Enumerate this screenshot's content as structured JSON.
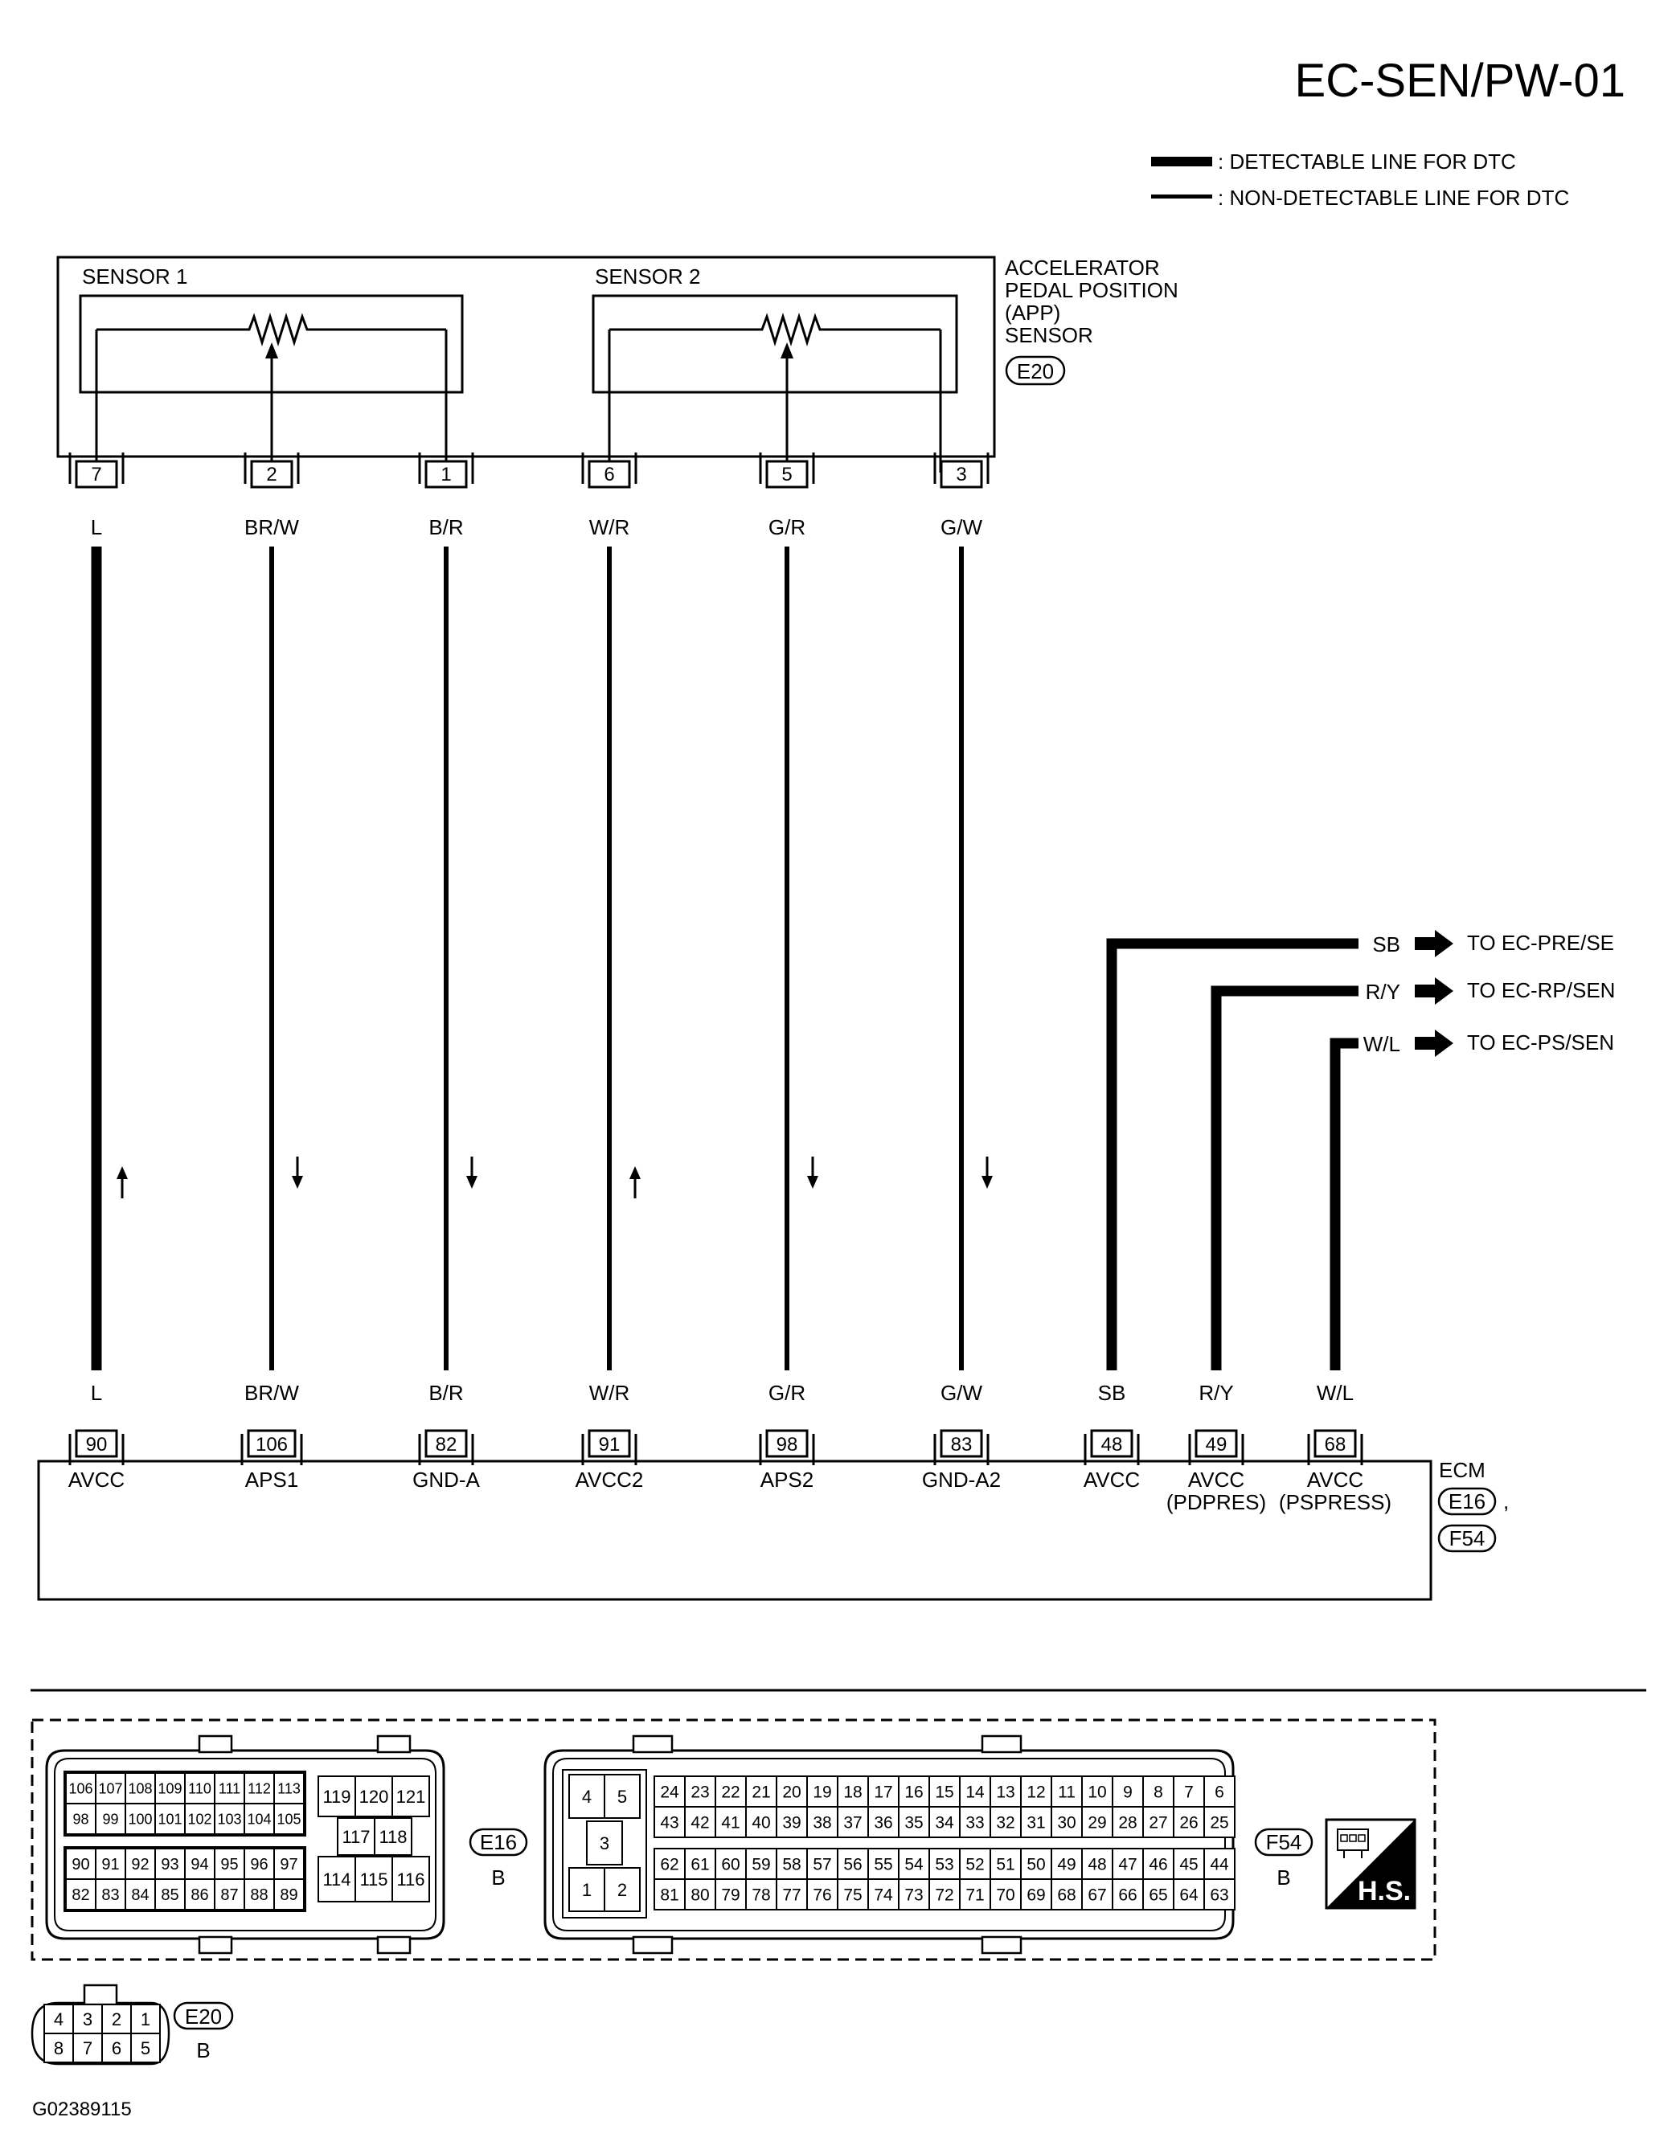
{
  "title": "EC-SEN/PW-01",
  "legend": [
    {
      "kind": "thick",
      "label": ": DETECTABLE LINE FOR DTC"
    },
    {
      "kind": "thin",
      "label": ": NON-DETECTABLE LINE FOR DTC"
    }
  ],
  "sensor": {
    "name_lines": [
      "ACCELERATOR",
      "PEDAL POSITION",
      "(APP)",
      "SENSOR"
    ],
    "connector": "E20",
    "sensor1_label": "SENSOR 1",
    "sensor2_label": "SENSOR 2"
  },
  "wires": [
    {
      "sensor_pin": "7",
      "color": "L",
      "ecm_pin": "90",
      "ecm_label": "AVCC",
      "thick": true,
      "flow": "up"
    },
    {
      "sensor_pin": "2",
      "color": "BR/W",
      "ecm_pin": "106",
      "ecm_label": "APS1",
      "thick": false,
      "flow": "down"
    },
    {
      "sensor_pin": "1",
      "color": "B/R",
      "ecm_pin": "82",
      "ecm_label": "GND-A",
      "thick": false,
      "flow": "down"
    },
    {
      "sensor_pin": "6",
      "color": "W/R",
      "ecm_pin": "91",
      "ecm_label": "AVCC2",
      "thick": false,
      "flow": "up"
    },
    {
      "sensor_pin": "5",
      "color": "G/R",
      "ecm_pin": "98",
      "ecm_label": "APS2",
      "thick": false,
      "flow": "down"
    },
    {
      "sensor_pin": "3",
      "color": "G/W",
      "ecm_pin": "83",
      "ecm_label": "GND-A2",
      "thick": false,
      "flow": "down"
    }
  ],
  "branches": [
    {
      "color": "SB",
      "to": "TO EC-PRE/SE",
      "ecm_pin": "48",
      "ecm_label": [
        "AVCC"
      ]
    },
    {
      "color": "R/Y",
      "to": "TO EC-RP/SEN",
      "ecm_pin": "49",
      "ecm_label": [
        "AVCC",
        "(PDPRES)"
      ]
    },
    {
      "color": "W/L",
      "to": "TO EC-PS/SEN",
      "ecm_pin": "68",
      "ecm_label": [
        "AVCC",
        "(PSPRESS)"
      ]
    }
  ],
  "ecm": {
    "label": "ECM",
    "connectors": [
      "E16",
      "F54"
    ],
    "separator": ","
  },
  "connectors": {
    "e16": {
      "code": "E16",
      "color": "B",
      "rows_top": [
        [
          "106",
          "107",
          "108",
          "109",
          "110",
          "111",
          "112",
          "113"
        ],
        [
          "98",
          "99",
          "100",
          "101",
          "102",
          "103",
          "104",
          "105"
        ]
      ],
      "rows_bottom": [
        [
          "90",
          "91",
          "92",
          "93",
          "94",
          "95",
          "96",
          "97"
        ],
        [
          "82",
          "83",
          "84",
          "85",
          "86",
          "87",
          "88",
          "89"
        ]
      ],
      "mid_top": [
        "119",
        "120",
        "121"
      ],
      "mid_center": [
        "117",
        "118"
      ],
      "mid_bottom": [
        "114",
        "115",
        "116"
      ]
    },
    "f54": {
      "code": "F54",
      "color": "B",
      "left_top": [
        "4",
        "5"
      ],
      "left_mid": "3",
      "left_bottom": [
        "1",
        "2"
      ],
      "rows_top": [
        [
          "24",
          "23",
          "22",
          "21",
          "20",
          "19",
          "18",
          "17",
          "16",
          "15",
          "14",
          "13",
          "12",
          "11",
          "10",
          "9",
          "8",
          "7",
          "6"
        ],
        [
          "43",
          "42",
          "41",
          "40",
          "39",
          "38",
          "37",
          "36",
          "35",
          "34",
          "33",
          "32",
          "31",
          "30",
          "29",
          "28",
          "27",
          "26",
          "25"
        ]
      ],
      "rows_bottom": [
        [
          "62",
          "61",
          "60",
          "59",
          "58",
          "57",
          "56",
          "55",
          "54",
          "53",
          "52",
          "51",
          "50",
          "49",
          "48",
          "47",
          "46",
          "45",
          "44"
        ],
        [
          "81",
          "80",
          "79",
          "78",
          "77",
          "76",
          "75",
          "74",
          "73",
          "72",
          "71",
          "70",
          "69",
          "68",
          "67",
          "66",
          "65",
          "64",
          "63"
        ]
      ]
    },
    "e20": {
      "code": "E20",
      "color": "B",
      "row1": [
        "4",
        "3",
        "2",
        "1"
      ],
      "row2": [
        "8",
        "7",
        "6",
        "5"
      ]
    }
  },
  "hs_badge": "H.S.",
  "hs_icon": "connector-face-icon",
  "figure_id": "G02389115"
}
